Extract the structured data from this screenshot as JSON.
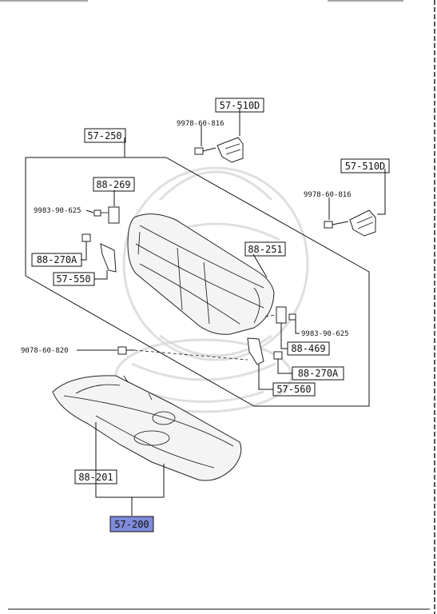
{
  "diagram": {
    "highlight_color": "#7f8bd8",
    "boxed_labels": {
      "assembly_57_250": "57-250",
      "bracket_57_510D_top": "57-510D",
      "bracket_57_510D_right": "57-510D",
      "part_88_269": "88-269",
      "part_88_270A_left": "88-270A",
      "part_57_550": "57-550",
      "part_88_251": "88-251",
      "part_88_469": "88-469",
      "part_88_270A_right": "88-270A",
      "part_57_560": "57-560",
      "part_88_201": "88-201",
      "assembly_57_200": "57-200"
    },
    "plain_labels": {
      "bolt_9978_top": "9978-60-816",
      "bolt_9978_right": "9978-60-816",
      "screw_9983_left": "9983-90-625",
      "screw_9983_right": "9983-90-625",
      "bolt_9078": "9078-60-820"
    }
  }
}
